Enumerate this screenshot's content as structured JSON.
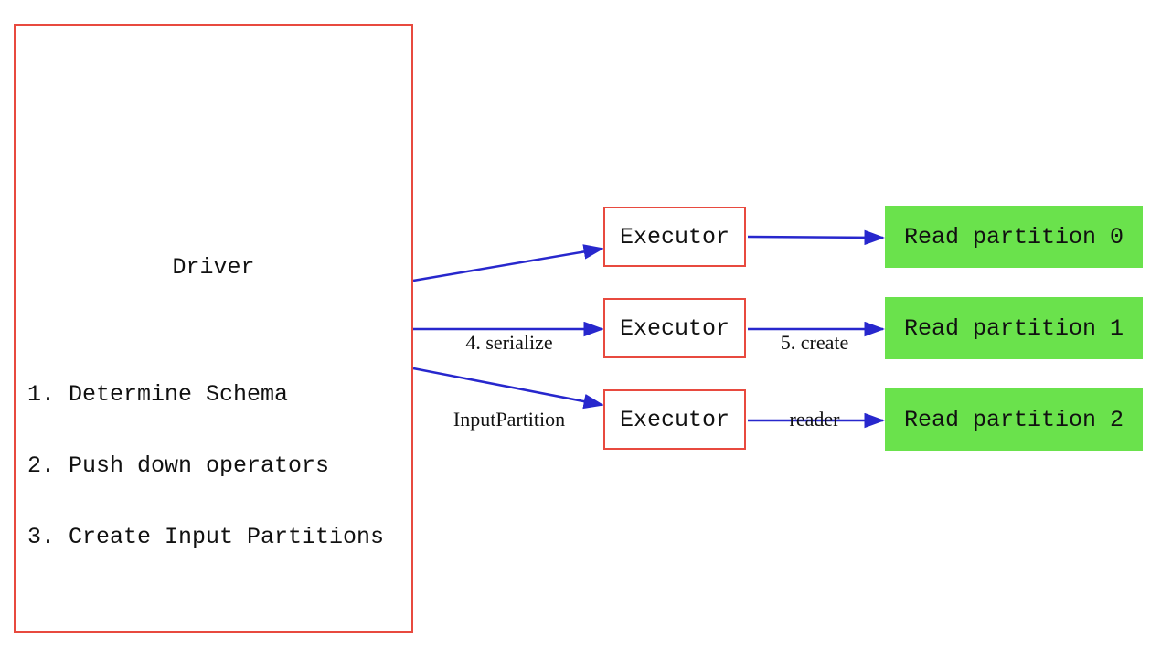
{
  "diagram": {
    "driver": {
      "title": "Driver",
      "steps": [
        "1. Determine Schema",
        "2. Push down operators",
        "3. Create Input Partitions"
      ]
    },
    "executors": [
      {
        "label": "Executor"
      },
      {
        "label": "Executor"
      },
      {
        "label": "Executor"
      }
    ],
    "partitions": [
      {
        "label": "Read partition 0"
      },
      {
        "label": "Read partition 1"
      },
      {
        "label": "Read partition 2"
      }
    ],
    "edge_labels": {
      "serialize": {
        "line1": "4. serialize",
        "line2": "InputPartition"
      },
      "create_reader": {
        "line1": "5. create",
        "line2": "reader"
      }
    },
    "colors": {
      "box_border": "#e84a3f",
      "arrow": "#2727cd",
      "partition_fill": "#6ae24c",
      "text": "#111111"
    }
  }
}
